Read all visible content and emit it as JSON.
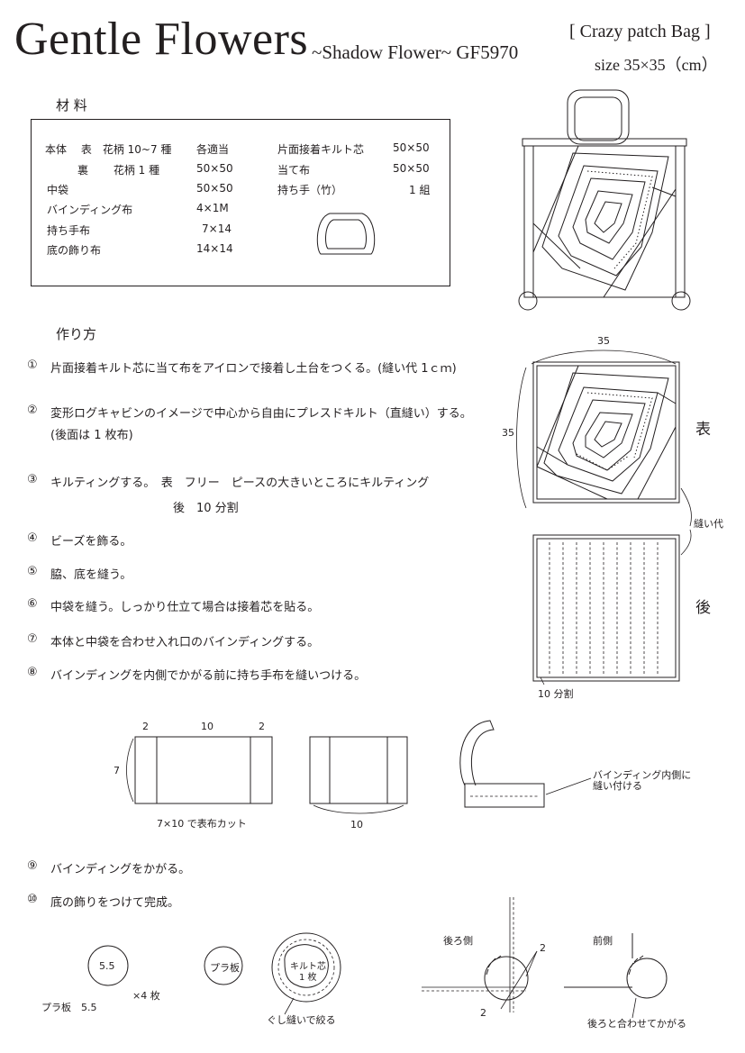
{
  "header": {
    "title": "Gentle Flowers",
    "subtitle": "~Shadow Flower~ GF5970",
    "tag": "[ Crazy patch Bag ]",
    "size": "size 35×35（cm）"
  },
  "materials": {
    "heading": "材 料",
    "left": [
      {
        "name": "本体　 表　花柄  10~7 種",
        "value": "各適当"
      },
      {
        "name": "　　　裏　　 花柄 1 種",
        "value": "50×50"
      },
      {
        "name": "中袋",
        "value": "50×50"
      },
      {
        "name": "バインディング布",
        "value": "4×1M"
      },
      {
        "name": "持ち手布",
        "value": "7×14"
      },
      {
        "name": "底の飾り布",
        "value": "14×14"
      }
    ],
    "right": [
      {
        "name": "片面接着キルト芯",
        "value": "50×50"
      },
      {
        "name": "当て布",
        "value": "50×50"
      },
      {
        "name": "持ち手（竹）",
        "value": "1 組"
      }
    ]
  },
  "method": {
    "heading": "作り方",
    "steps": [
      {
        "num": "①",
        "text": "片面接着キルト芯に当て布をアイロンで接着し土台をつくる。(縫い代 1ｃｍ)"
      },
      {
        "num": "②",
        "text": "変形ログキャビンのイメージで中心から自由にプレスドキルト（直縫い）する。",
        "sub": "(後面は 1 枚布)"
      },
      {
        "num": "③",
        "text": "キルティングする。　表　フリー　ピースの大きいところにキルティング",
        "sub": "後　10 分割"
      },
      {
        "num": "④",
        "text": "ビーズを飾る。"
      },
      {
        "num": "⑤",
        "text": "脇、底を縫う。"
      },
      {
        "num": "⑥",
        "text": "中袋を縫う。しっかり仕立て場合は接着芯を貼る。"
      },
      {
        "num": "⑦",
        "text": "本体と中袋を合わせ入れ口のバインディングする。"
      },
      {
        "num": "⑧",
        "text": "バインディングを内側でかがる前に持ち手布を縫いつける。"
      },
      {
        "num": "⑨",
        "text": "バインディングをかがる。"
      },
      {
        "num": "⑩",
        "text": "底の飾りをつけて完成。"
      }
    ]
  },
  "diagram_labels": {
    "width35": "35",
    "height35": "35",
    "front": "表",
    "seam": "縫い代",
    "back": "後",
    "div10": "10 分割",
    "d2a": "2",
    "d10a": "10",
    "d2b": "2",
    "d7": "7",
    "cut_note": "7×10 で表布カット",
    "d10b": "10",
    "binding_note1": "バインディング内側に",
    "binding_note2": "縫い付ける",
    "circle55": "5.5",
    "times4": "×4 枚",
    "plate_note": "プラ板　5.5",
    "plate": "プラ板",
    "quilt1": "キルト芯",
    "quilt2": "1 枚",
    "gathering": "ぐし縫いで絞る",
    "back_side": "後ろ側",
    "front_side": "前側",
    "two1": "2",
    "two2": "2",
    "join_note": "後ろと合わせてかがる"
  }
}
